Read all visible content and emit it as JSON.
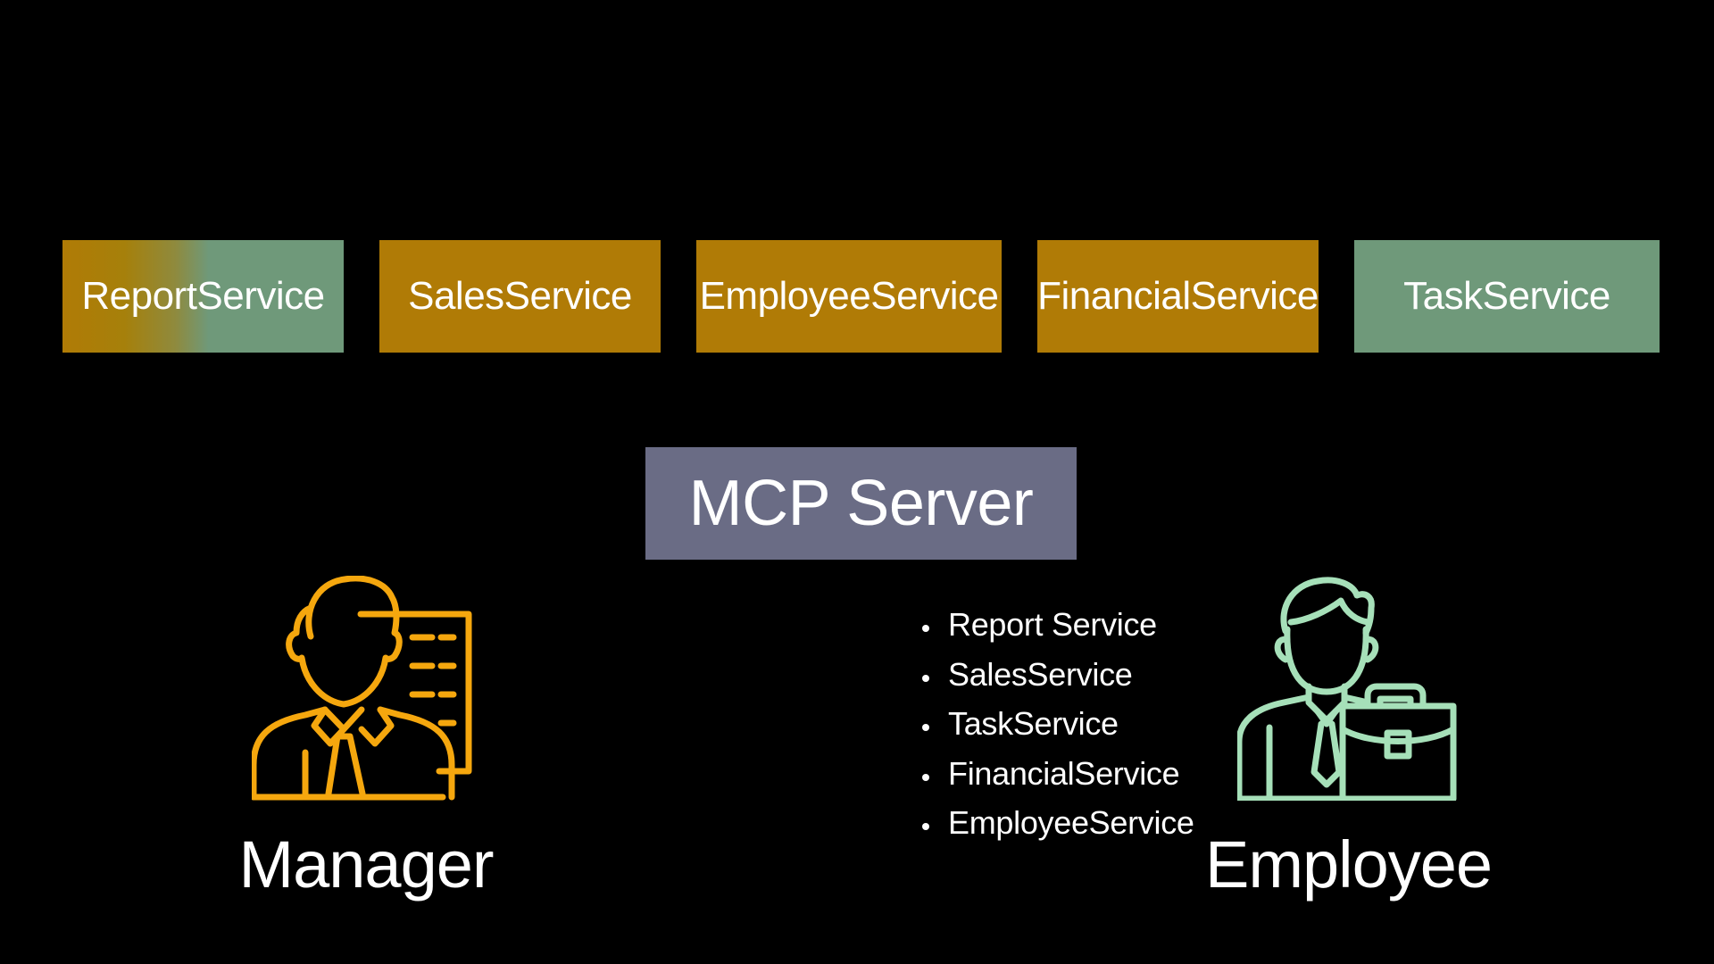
{
  "services": {
    "items": [
      {
        "label": "ReportService"
      },
      {
        "label": "SalesService"
      },
      {
        "label": "EmployeeService"
      },
      {
        "label": "FinancialService"
      },
      {
        "label": "TaskService"
      }
    ]
  },
  "server": {
    "label": "MCP Server"
  },
  "roles": {
    "manager": {
      "label": "Manager",
      "icon": "manager-icon",
      "color": "#f5a70e"
    },
    "employee": {
      "label": "Employee",
      "icon": "employee-briefcase-icon",
      "color": "#a6e0b9",
      "access_list": [
        "Report Service",
        "SalesService",
        "TaskService",
        "FinancialService",
        "EmployeeService"
      ]
    }
  },
  "colors": {
    "background": "#000000",
    "manager_service": "#b07b06",
    "employee_service": "#6f997a",
    "server": "#6a6c85"
  }
}
